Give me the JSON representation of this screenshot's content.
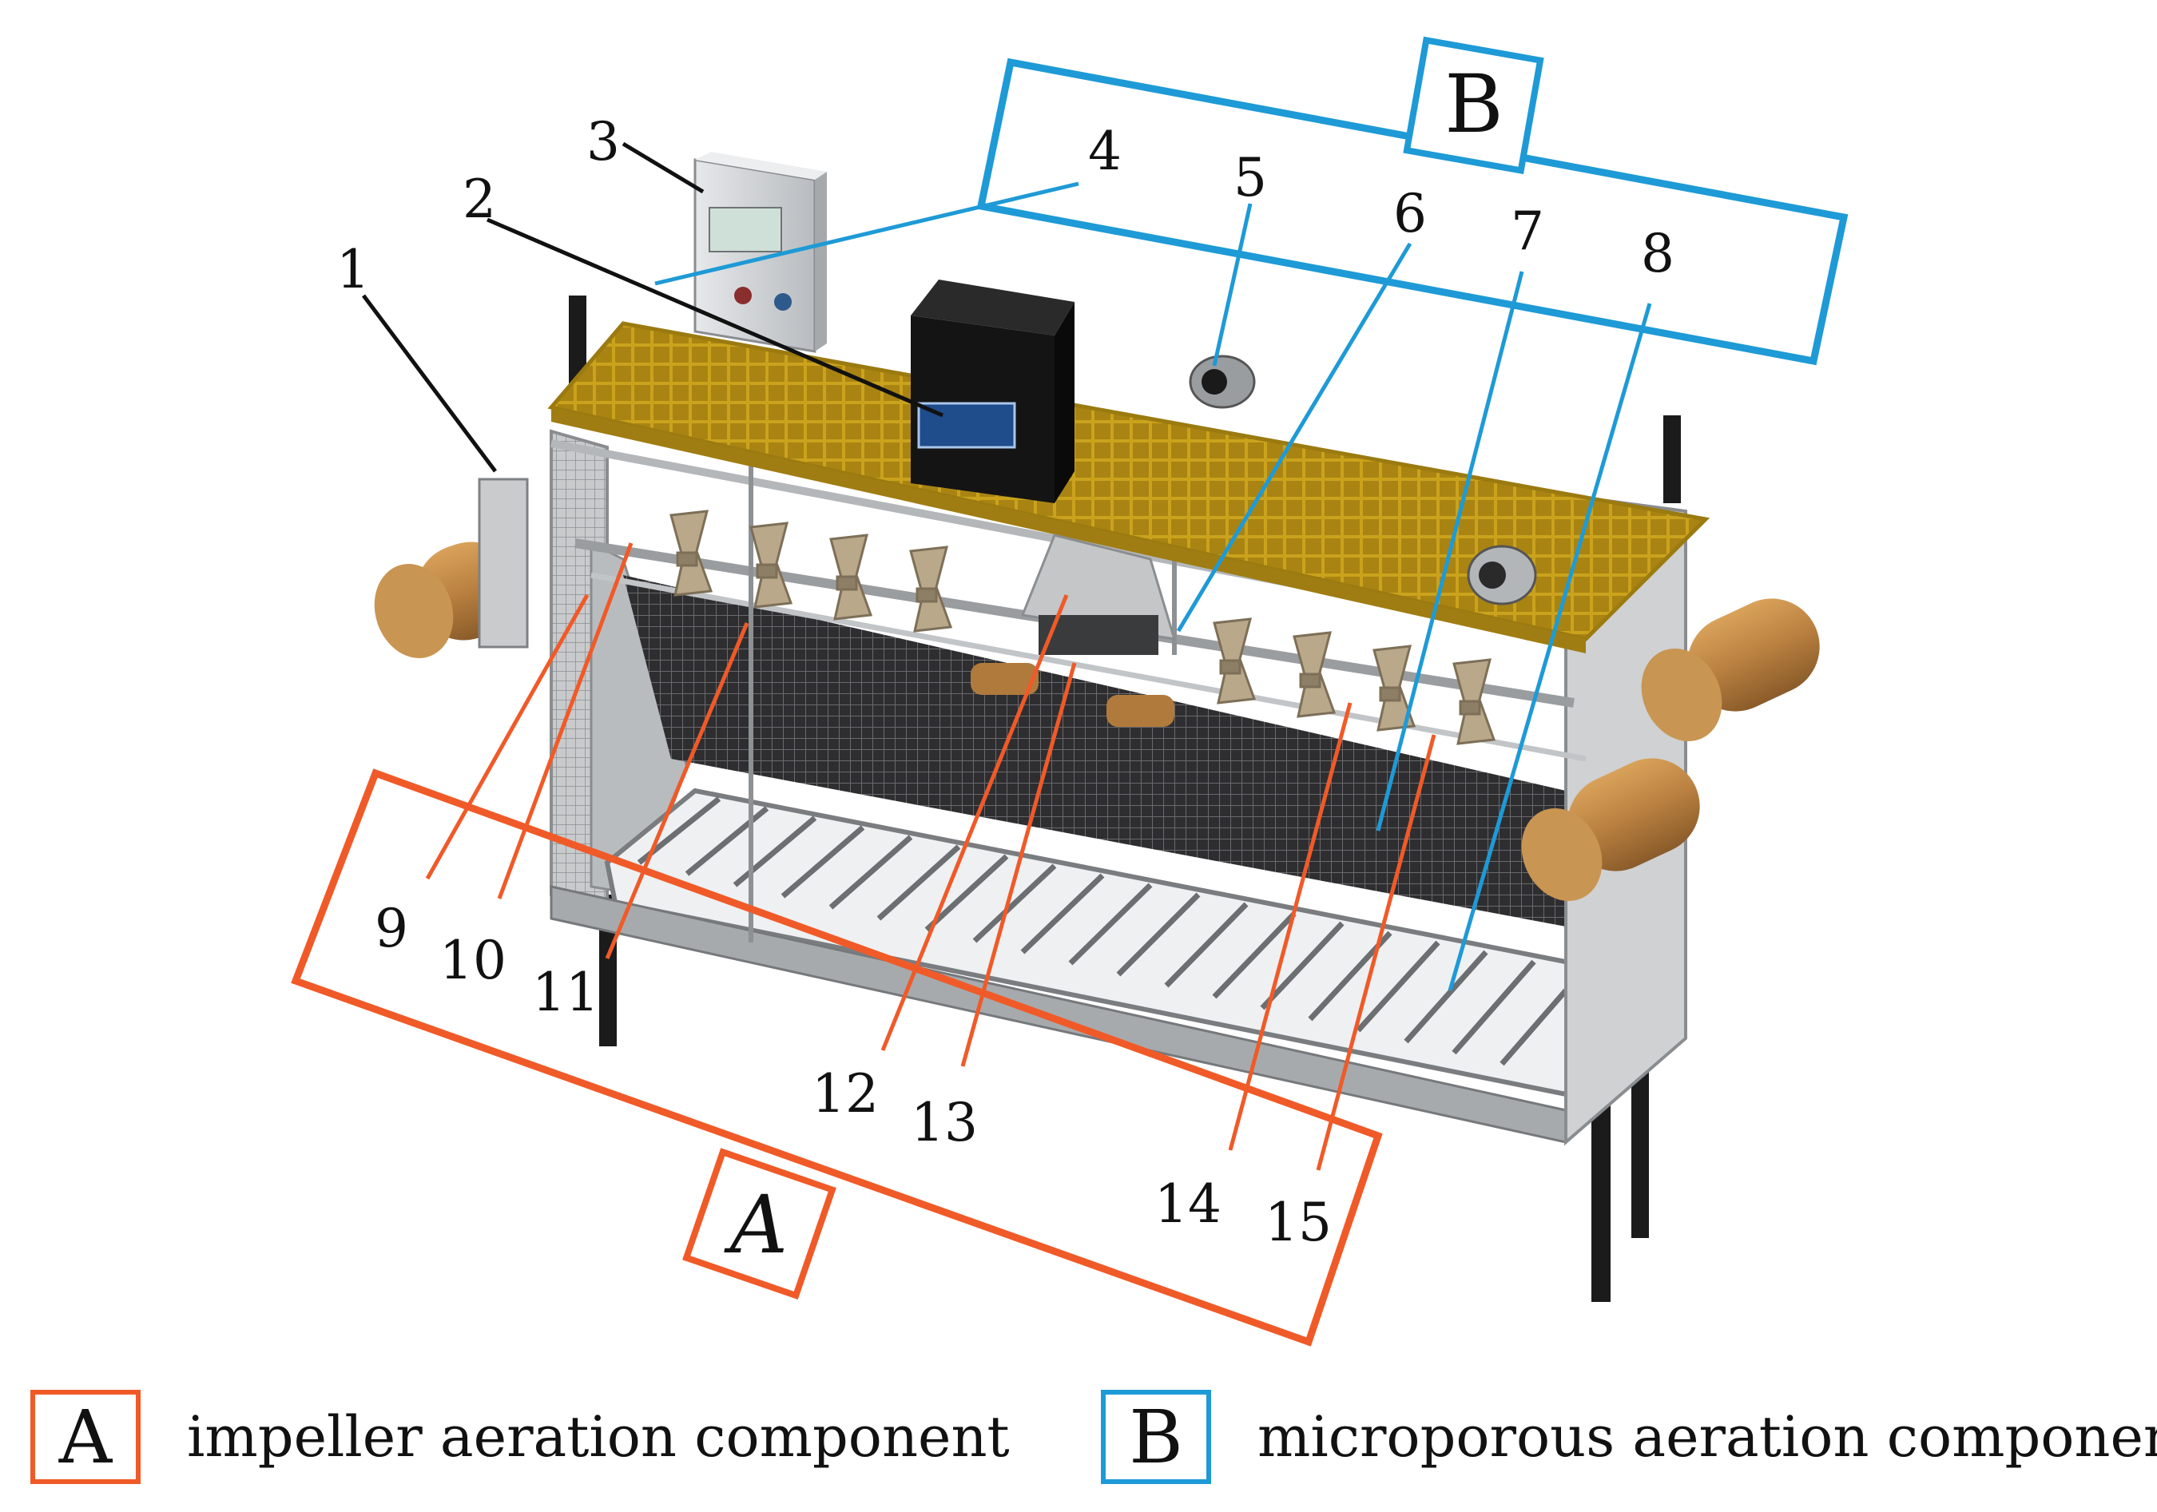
{
  "colors": {
    "component_a": "#f05a28",
    "component_b": "#1e9ad6",
    "grating": "#c9a21a",
    "float_drum": "#c08a45",
    "frame": "#9ca0a4",
    "dark_housing": "#141414"
  },
  "callouts": [
    "1",
    "2",
    "3",
    "4",
    "5",
    "6",
    "7",
    "8",
    "9",
    "10",
    "11",
    "12",
    "13",
    "14",
    "15"
  ],
  "component_a": {
    "letter": "A",
    "description": "impeller aeration component"
  },
  "component_b": {
    "letter": "B",
    "description": "microporous aeration component"
  }
}
